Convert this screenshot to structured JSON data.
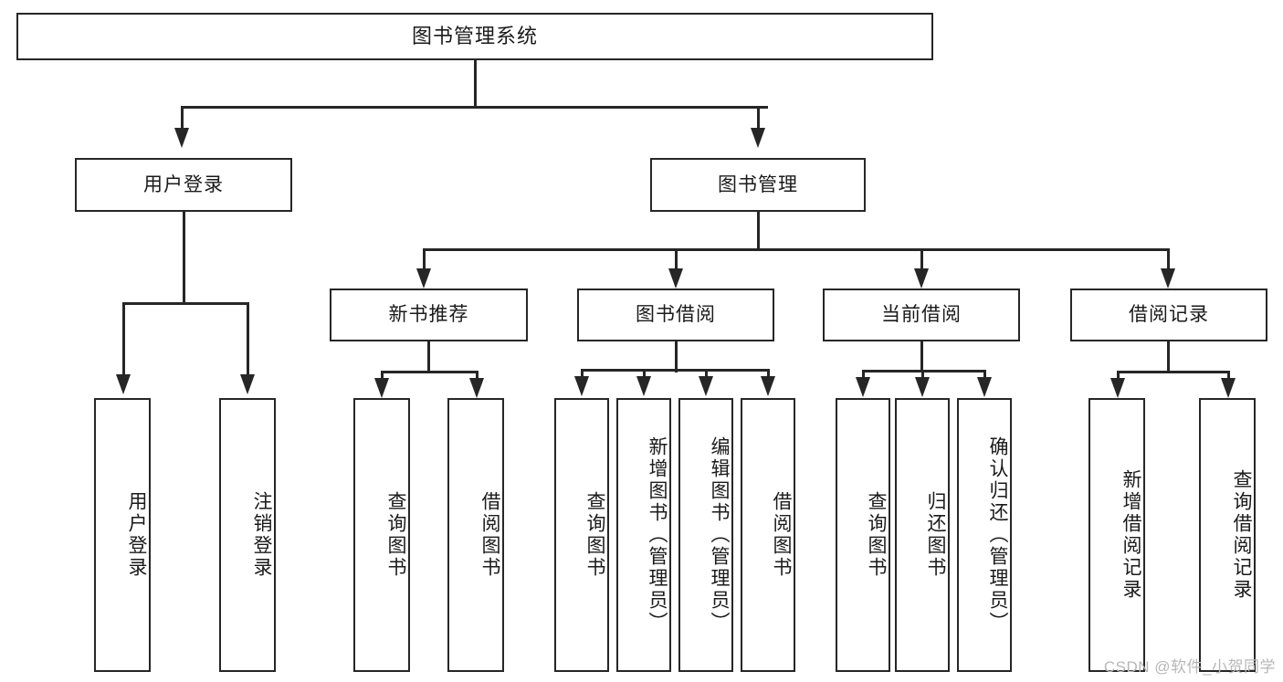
{
  "diagram": {
    "type": "hierarchy-tree",
    "title": "图书管理系统",
    "root": {
      "label": "图书管理系统"
    },
    "level2": [
      {
        "label": "用户登录"
      },
      {
        "label": "图书管理"
      }
    ],
    "level3": [
      {
        "label": "新书推荐"
      },
      {
        "label": "图书借阅"
      },
      {
        "label": "当前借阅"
      },
      {
        "label": "借阅记录"
      }
    ],
    "leaves": {
      "user_login": [
        {
          "label": "用户登录"
        },
        {
          "label": "注销登录"
        }
      ],
      "new_book_recommend": [
        {
          "label": "查询图书"
        },
        {
          "label": "借阅图书"
        }
      ],
      "book_borrow": [
        {
          "label": "查询图书"
        },
        {
          "label": "新增图书（管理员）"
        },
        {
          "label": "编辑图书（管理员）"
        },
        {
          "label": "借阅图书"
        }
      ],
      "current_borrow": [
        {
          "label": "查询图书"
        },
        {
          "label": "归还图书"
        },
        {
          "label": "确认归还（管理员）"
        }
      ],
      "borrow_record": [
        {
          "label": "新增借阅记录"
        },
        {
          "label": "查询借阅记录"
        }
      ]
    }
  },
  "watermark": {
    "text": "CSDN @软件_小贺同学"
  },
  "colors": {
    "stroke": "#262626",
    "background": "#ffffff",
    "text": "#1a1a1a",
    "watermark": "#b7b7b7"
  }
}
